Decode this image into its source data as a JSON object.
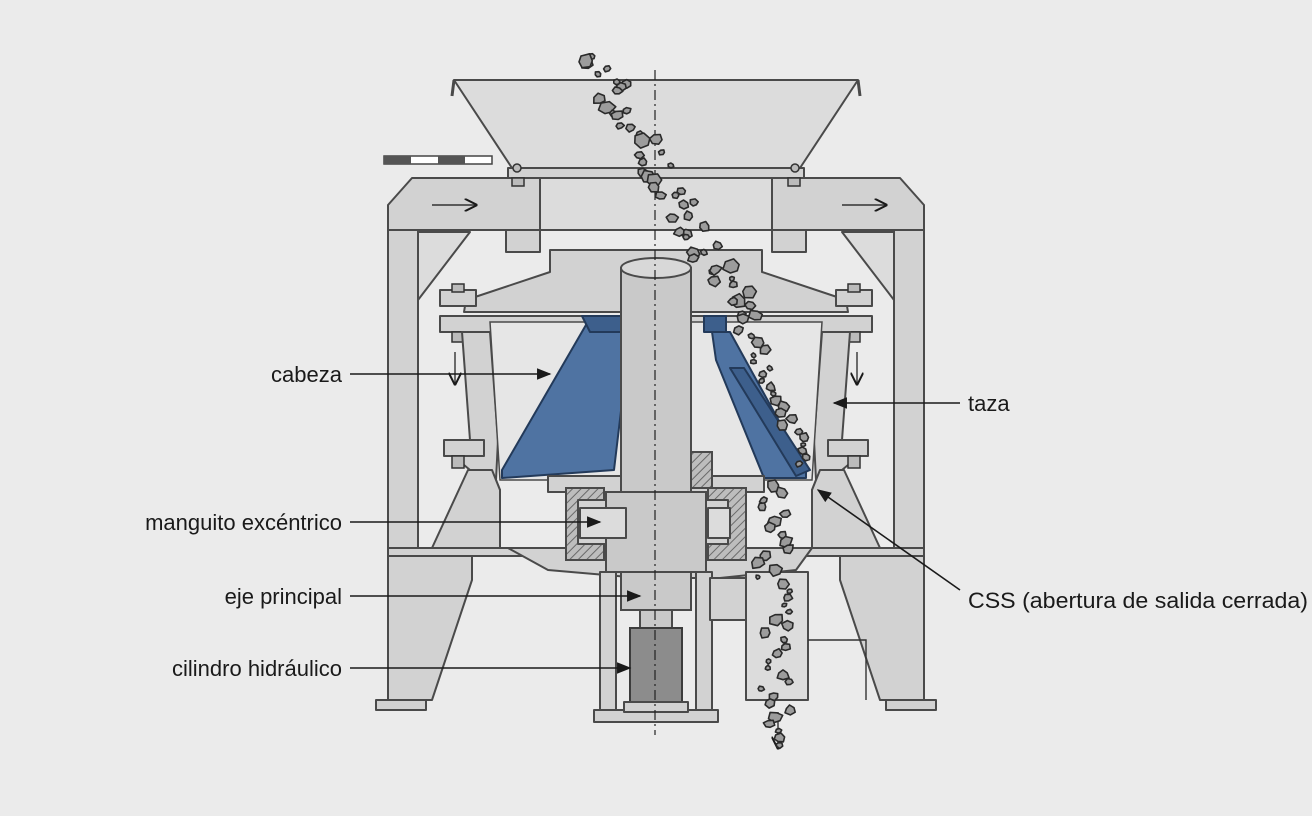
{
  "labels": {
    "cabeza": "cabeza",
    "manguito": "manguito excéntrico",
    "eje": "eje principal",
    "cilindro": "cilindro hidráulico",
    "taza": "taza",
    "css": "CSS (abertura de salida cerrada)"
  },
  "colors": {
    "background": "#ebebeb",
    "liner": "#4f73a2",
    "frame": "#d2d2d2",
    "outline": "#4a4a4a"
  }
}
